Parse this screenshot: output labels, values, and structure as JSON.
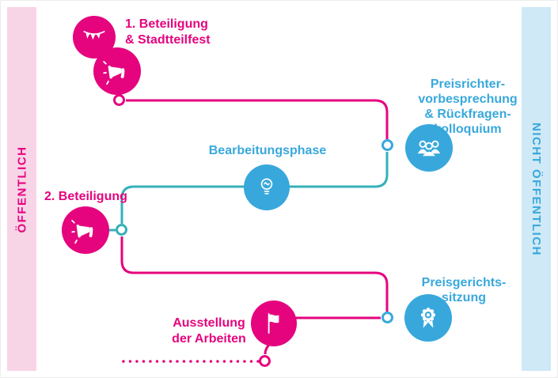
{
  "bands": {
    "left": {
      "label": "ÖFFENTLICH"
    },
    "right": {
      "label": "NICHT ÖFFENTLICH"
    }
  },
  "colors": {
    "pink": "#e5047e",
    "pinkLight": "#f8d4e7",
    "blue": "#38a8dc",
    "blueLight": "#cfe9f6",
    "teal": "#35b0b9"
  },
  "steps": {
    "beteiligung1": {
      "lines": [
        "1. Beteiligung",
        "& Stadtteilfest"
      ],
      "audience": "öffentlich"
    },
    "preisrichter": {
      "lines": [
        "Preisrichter-",
        "vorbesprechung",
        "& Rückfragen-",
        "kolloquium"
      ],
      "audience": "nicht öffentlich"
    },
    "bearbeitung": {
      "lines": [
        "Bearbeitungsphase"
      ],
      "audience": "nicht öffentlich"
    },
    "beteiligung2": {
      "lines": [
        "2. Beteiligung"
      ],
      "audience": "öffentlich"
    },
    "preisgericht": {
      "lines": [
        "Preisgerichts-",
        "sitzung"
      ],
      "audience": "nicht öffentlich"
    },
    "ausstellung": {
      "lines": [
        "Ausstellung",
        "der Arbeiten"
      ],
      "audience": "öffentlich"
    }
  }
}
